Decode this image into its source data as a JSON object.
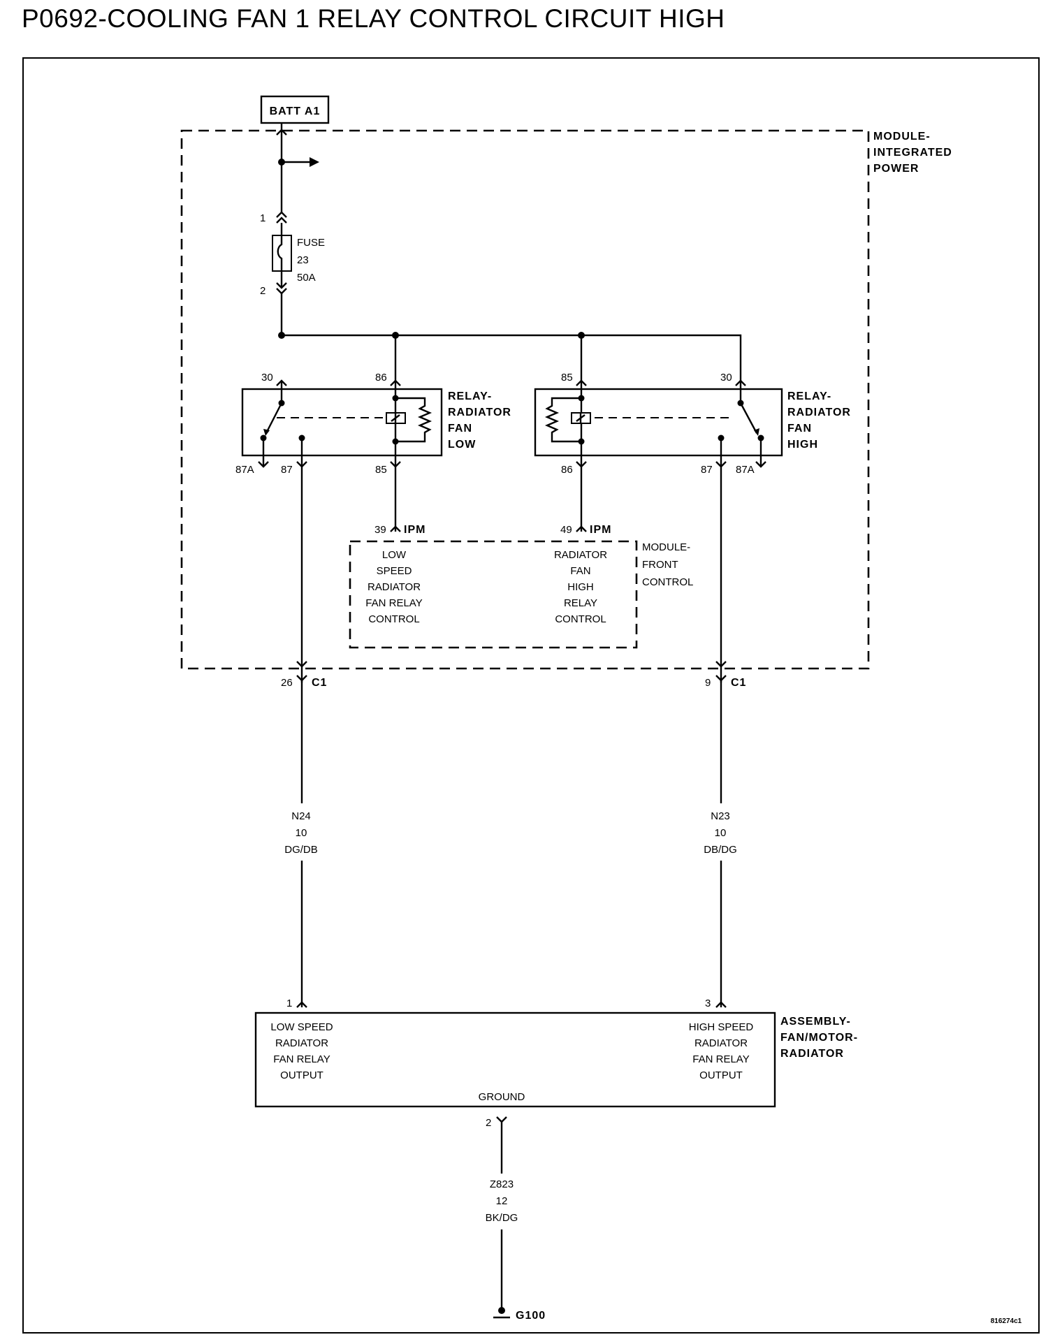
{
  "title": "P0692-COOLING FAN 1 RELAY CONTROL CIRCUIT HIGH",
  "batt": "BATT A1",
  "ipm_label": [
    "MODULE-",
    "INTEGRATED",
    "POWER"
  ],
  "fuse": {
    "pin_in": "1",
    "pin_out": "2",
    "label": [
      "FUSE",
      "23",
      "50A"
    ]
  },
  "relay_low": {
    "label": [
      "RELAY-",
      "RADIATOR",
      "FAN",
      "LOW"
    ],
    "pins": {
      "p30": "30",
      "p86": "86",
      "p87a": "87A",
      "p87": "87",
      "p85": "85"
    }
  },
  "relay_high": {
    "label": [
      "RELAY-",
      "RADIATOR",
      "FAN",
      "HIGH"
    ],
    "pins": {
      "p85": "85",
      "p30": "30",
      "p86": "86",
      "p87": "87",
      "p87a": "87A"
    }
  },
  "fcm": {
    "label": [
      "MODULE-",
      "FRONT",
      "CONTROL"
    ],
    "pin_low": "39",
    "pin_high": "49",
    "conn": "IPM",
    "low_text": [
      "LOW",
      "SPEED",
      "RADIATOR",
      "FAN RELAY",
      "CONTROL"
    ],
    "high_text": [
      "RADIATOR",
      "FAN",
      "HIGH",
      "RELAY",
      "CONTROL"
    ]
  },
  "c1": {
    "pin_left": "26",
    "pin_right": "9",
    "conn": "C1"
  },
  "wires": {
    "left": [
      "N24",
      "10",
      "DG/DB"
    ],
    "right": [
      "N23",
      "10",
      "DB/DG"
    ],
    "ground": [
      "Z823",
      "12",
      "BK/DG"
    ]
  },
  "fan": {
    "label": [
      "ASSEMBLY-",
      "FAN/MOTOR-",
      "RADIATOR"
    ],
    "pin_left": "1",
    "pin_right": "3",
    "pin_ground": "2",
    "low_text": [
      "LOW SPEED",
      "RADIATOR",
      "FAN RELAY",
      "OUTPUT"
    ],
    "high_text": [
      "HIGH SPEED",
      "RADIATOR",
      "FAN RELAY",
      "OUTPUT"
    ],
    "ground_text": "GROUND"
  },
  "ground": "G100",
  "figure_id": "816274c1"
}
